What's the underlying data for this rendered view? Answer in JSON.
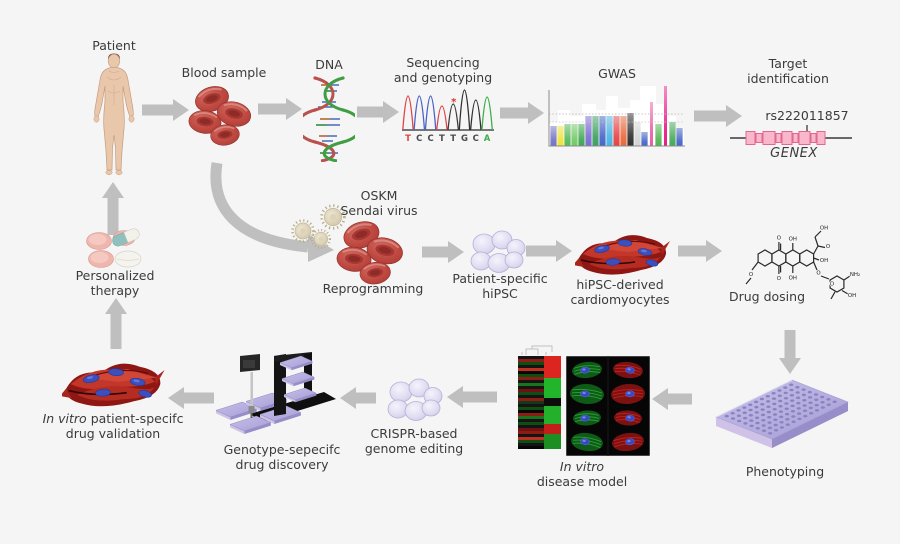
{
  "figure": {
    "background": "#f5f5f6",
    "text_color": "#3b3b3b",
    "arrow_color": "#bfbfbf"
  },
  "nodes": {
    "patient": {
      "label": "Patient",
      "icon": "human-body"
    },
    "blood_sample": {
      "label": "Blood sample",
      "icon": "red-blood-cells"
    },
    "dna": {
      "label": "DNA",
      "icon": "dna-double-helix"
    },
    "sequencing": {
      "label_line1": "Sequencing",
      "label_line2": "and genotyping",
      "icon": "sanger-chromatogram",
      "peaks": [
        {
          "c": "#e04545",
          "h": 34
        },
        {
          "c": "#4a63c8",
          "h": 34
        },
        {
          "c": "#4a63c8",
          "h": 34
        },
        {
          "c": "#e04545",
          "h": 24
        },
        {
          "c": "#3a3a3a",
          "h": 26,
          "star": true
        },
        {
          "c": "#2f2f2f",
          "h": 40
        },
        {
          "c": "#2f2f2f",
          "h": 30
        },
        {
          "c": "#3fae4a",
          "h": 33
        }
      ],
      "letters": [
        {
          "t": "T",
          "c": "#e04545"
        },
        {
          "t": "C",
          "c": "#4a4a4a"
        },
        {
          "t": "C",
          "c": "#4a4a4a"
        },
        {
          "t": "T",
          "c": "#4a4a4a"
        },
        {
          "t": "T",
          "c": "#4a4a4a"
        },
        {
          "t": "G",
          "c": "#4a4a4a"
        },
        {
          "t": "C",
          "c": "#4a4a4a"
        },
        {
          "t": "A",
          "c": "#3fae4a"
        }
      ]
    },
    "gwas": {
      "label": "GWAS",
      "icon": "manhattan-plot",
      "bars": [
        {
          "c": "#7373c4",
          "h": 20
        },
        {
          "c": "#efe23c",
          "h": 20
        },
        {
          "c": "#58b858",
          "h": 22
        },
        {
          "c": "#74c868",
          "h": 22
        },
        {
          "c": "#3ea84e",
          "h": 22
        },
        {
          "c": "#7a6ed0",
          "h": 30
        },
        {
          "c": "#3ea060",
          "h": 30
        },
        {
          "c": "#4666c8",
          "h": 30
        },
        {
          "c": "#4ab4e4",
          "h": 30
        },
        {
          "c": "#e64444",
          "h": 30
        },
        {
          "c": "#e8693c",
          "h": 30
        },
        {
          "c": "#303030",
          "h": 33
        },
        {
          "c": "#d4d4d4",
          "h": 24
        },
        {
          "c": "#4666c8",
          "h": 14
        },
        {
          "c": "#ec5ea6",
          "h": 44,
          "w": 3
        },
        {
          "c": "#54b452",
          "h": 22
        },
        {
          "c": "#ea1c8c",
          "h": 60,
          "w": 3
        },
        {
          "c": "#48aa58",
          "h": 24
        },
        {
          "c": "#4666c8",
          "h": 18
        }
      ]
    },
    "target_identification": {
      "label_line1": "Target",
      "label_line2": "identification",
      "snp_id": "rs222011857",
      "gene_name": "GENEX",
      "icon": "gene-exon-map",
      "exons": [
        {
          "w": 9,
          "h": 13
        },
        {
          "w": 6,
          "h": 9
        },
        {
          "w": 12,
          "h": 13
        },
        {
          "w": 5,
          "h": 9
        },
        {
          "w": 10,
          "h": 13
        },
        {
          "w": 5,
          "h": 9
        },
        {
          "w": 11,
          "h": 13
        },
        {
          "w": 5,
          "h": 9
        },
        {
          "w": 8,
          "h": 13
        }
      ]
    },
    "reprogramming": {
      "virus_label_line1": "OSKM",
      "virus_label_line2": "Sendai virus",
      "label": "Reprogramming",
      "icon": "sendai-virus-and-blood-cells"
    },
    "patient_hipsc": {
      "label_line1": "Patient-specific",
      "label_line2": "hiPSC",
      "icon": "ipsc-colony"
    },
    "cardiomyocytes": {
      "label_line1": "hiPSC-derived",
      "label_line2": "cardiomyocytes",
      "icon": "cardiomyocyte-cells"
    },
    "drug_dosing": {
      "label": "Drug dosing",
      "icon": "doxorubicin-structure",
      "chem_labels": [
        "O",
        "O",
        "O",
        "OH",
        "OH",
        "O",
        "OH",
        "OH",
        "O",
        "O",
        "NH₂",
        "OH"
      ]
    },
    "phenotyping": {
      "label": "Phenotyping",
      "icon": "96-well-plate",
      "plate_rows": 8,
      "plate_cols": 12
    },
    "disease_model": {
      "label_italic": "In vitro",
      "label_line2": "disease model",
      "icon": "heatmap-and-immunofluorescence"
    },
    "crispr": {
      "label_line1": "CRISPR-based",
      "label_line2": "genome editing",
      "icon": "ipsc-colony"
    },
    "drug_discovery": {
      "label_line1": "Genotype-sepecifc",
      "label_line2": "drug discovery",
      "icon": "hts-robot"
    },
    "drug_validation": {
      "label_italic": "In vitro",
      "label_rest": "patient-specifc",
      "label_line2": "drug validation",
      "icon": "cardiomyocyte-cells"
    },
    "personalized_therapy": {
      "label_line1": "Personalized",
      "label_line2": "therapy",
      "icon": "pills"
    }
  }
}
